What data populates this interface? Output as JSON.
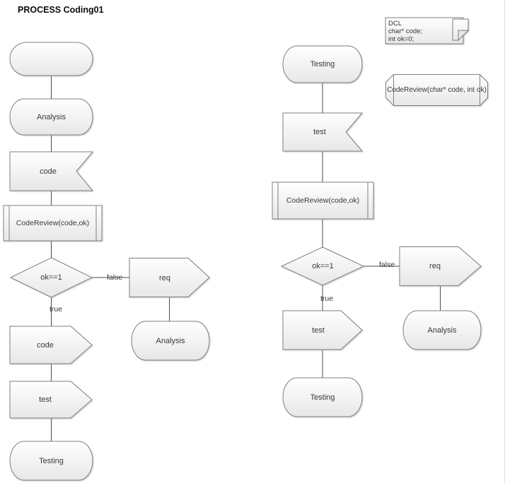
{
  "title": "PROCESS Coding01",
  "colors": {
    "shape_stroke": "#7f7f7f",
    "connector": "#4a4a4a",
    "text": "#383838",
    "shape_fill_top": "#ffffff",
    "shape_fill_bottom": "#e7e7e7"
  },
  "annotations": {
    "dcl_lines": [
      "DCL",
      "char* code;",
      "int ok=0;"
    ],
    "procedure_declaration": "CodeReview(char* code, int ok)"
  },
  "left_flow": {
    "start": "",
    "analysis_state": "Analysis",
    "code_input": "code",
    "procedure_call": "CodeReview(code,ok)",
    "decision": "ok==1",
    "true_label": "true",
    "false_label": "false",
    "req_output": "req",
    "analysis_return_state": "Analysis",
    "code_output": "code",
    "test_output": "test",
    "testing_state": "Testing"
  },
  "right_flow": {
    "testing_state": "Testing",
    "test_input": "test",
    "procedure_call": "CodeReview(code,ok)",
    "decision": "ok==1",
    "true_label": "true",
    "false_label": "false",
    "req_output": "req",
    "analysis_state": "Analysis",
    "test_output": "test",
    "testing_end_state": "Testing"
  }
}
